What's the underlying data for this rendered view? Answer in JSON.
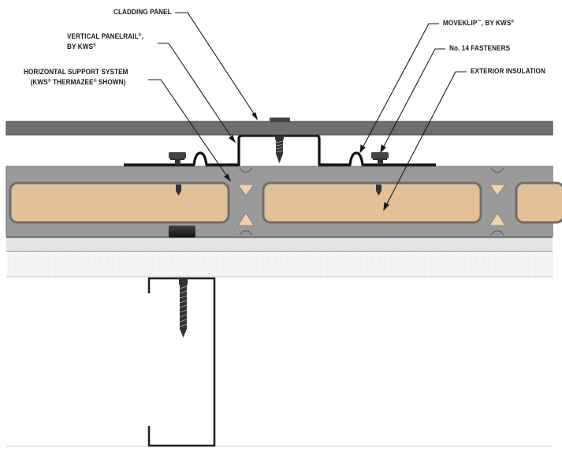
{
  "callouts": {
    "cladding_panel": "CLADDING PANEL",
    "vertical_panelrail_line1": "VERTICAL PANELRAIL®,",
    "vertical_panelrail_line2": "BY KWS®",
    "horizontal_support_line1": "HORIZONTAL SUPPORT SYSTEM",
    "horizontal_support_line2": "(KWS® THERMAZEE® SHOWN)",
    "moveklip": "MOVEKLIP™, BY KWS®",
    "fasteners": "No. 14 FASTENERS",
    "exterior_insulation": "EXTERIOR INSULATION"
  },
  "colors": {
    "cladding": "#6e6e6e",
    "rail_metal": "#9a9a9a",
    "insulation": "#e3c096",
    "triangle": "#f0d2a8",
    "membrane_line": "#d23a3a",
    "substrate": "#f4f4f4",
    "stud": "#222222",
    "leader": "#1a1a1a"
  }
}
